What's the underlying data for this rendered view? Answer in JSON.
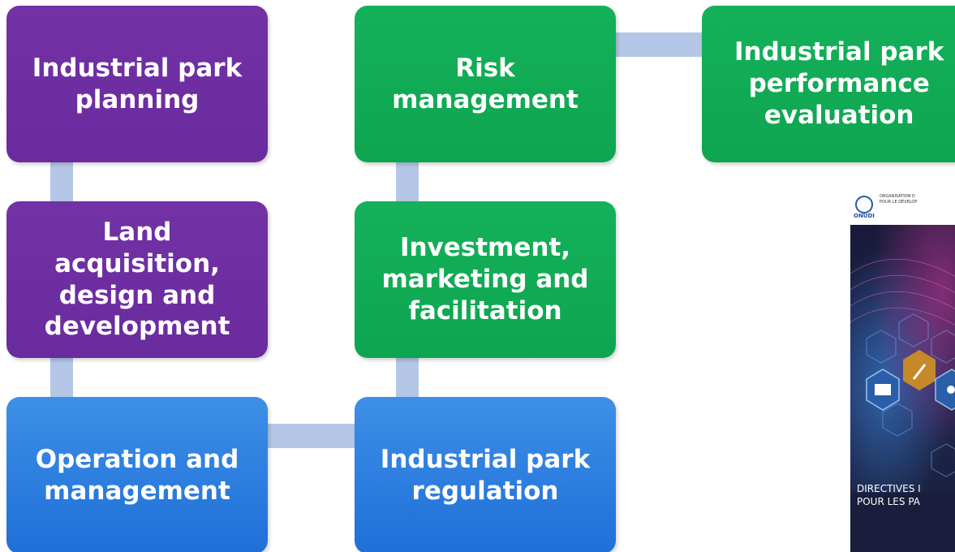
{
  "diagram": {
    "boxes": {
      "planning": "Industrial park\nplanning",
      "land": "Land acquisition,\ndesign and\ndevelopment",
      "operation": "Operation and\nmanagement",
      "regulation": "Industrial park\nregulation",
      "investment": "Investment,\nmarketing and\nfacilitation",
      "risk": "Risk\nmanagement",
      "evaluation": "Industrial park\nperformance\nevaluation"
    },
    "colors": {
      "purple": "#7030a0",
      "green": "#0fa84f",
      "blue": "#2b7de0",
      "connector": "#b4c7e7"
    }
  },
  "cover": {
    "logo": "ONUDI",
    "org_line1": "ORGANISATION D",
    "org_line2": "POUR LE DÉVELOP",
    "title_line1": "DIRECTIVES I",
    "title_line2": "POUR LES PA"
  }
}
